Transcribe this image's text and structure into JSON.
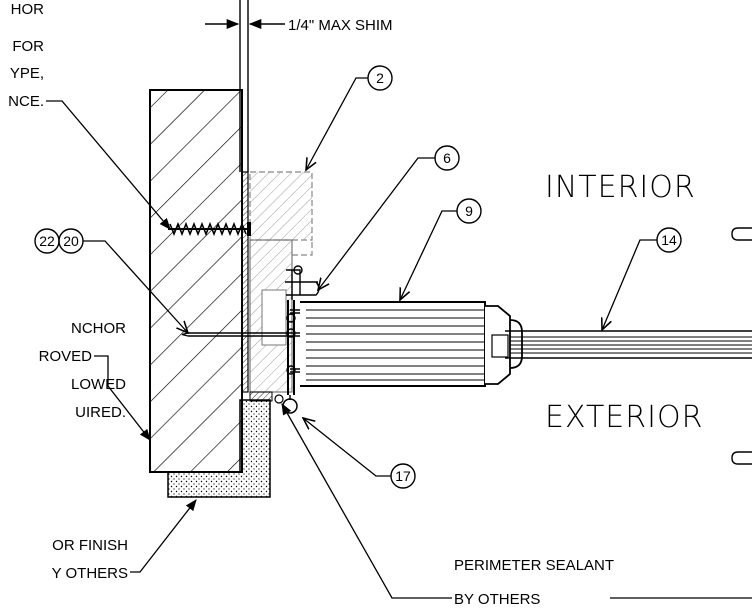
{
  "labels": {
    "anchor_top": [
      "HOR",
      "FOR",
      "YPE,",
      "NCE."
    ],
    "shim": "1/4\" MAX SHIM",
    "anchor_mid": [
      "NCHOR",
      "ROVED",
      "LOWED",
      "UIRED."
    ],
    "floor_finish": [
      "OR FINISH",
      "Y OTHERS"
    ],
    "perimeter_sealant": [
      "PERIMETER SEALANT",
      "BY OTHERS"
    ],
    "interior": "INTERIOR",
    "exterior": "EXTERIOR"
  },
  "callouts": {
    "c2": "2",
    "c6": "6",
    "c9": "9",
    "c14": "14",
    "c17": "17",
    "c22": "22",
    "c20": "20"
  }
}
